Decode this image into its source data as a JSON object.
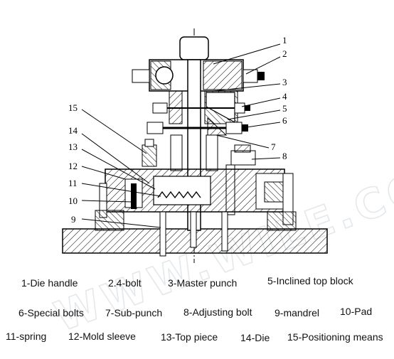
{
  "callout_numbers": [
    "1",
    "2",
    "3",
    "4",
    "5",
    "6",
    "7",
    "8",
    "9",
    "10",
    "11",
    "12",
    "13",
    "14",
    "15"
  ],
  "legend": [
    "1-Die handle",
    "2.4-bolt",
    "3-Master punch",
    "5-Inclined top block",
    "6-Special bolts",
    "7-Sub-punch",
    "8-Adjusting bolt",
    "9-mandrel",
    "10-Pad",
    "11-spring",
    "12-Mold sleeve",
    "13-Top piece",
    "14-Die",
    "15-Positioning means"
  ],
  "watermark": "WWW.WILE.CO"
}
